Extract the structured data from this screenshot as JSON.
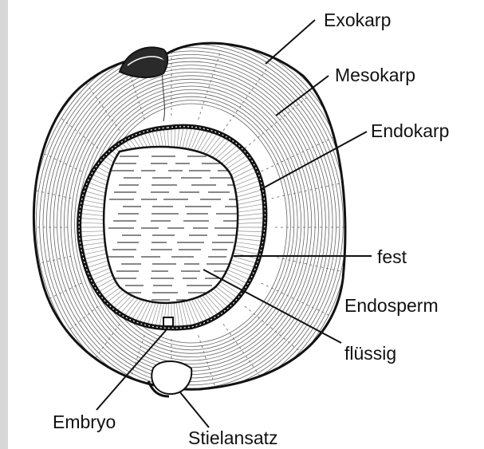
{
  "labels": {
    "exokarp": "Exokarp",
    "mesokarp": "Mesokarp",
    "endokarp": "Endokarp",
    "fest": "fest",
    "endosperm": "Endosperm",
    "fluessig": "flüssig",
    "embryo": "Embryo",
    "stielansatz": "Stielansatz"
  },
  "colors": {
    "ink": "#111111",
    "background": "#ffffff",
    "page_shadow": "#d7d7d7"
  }
}
